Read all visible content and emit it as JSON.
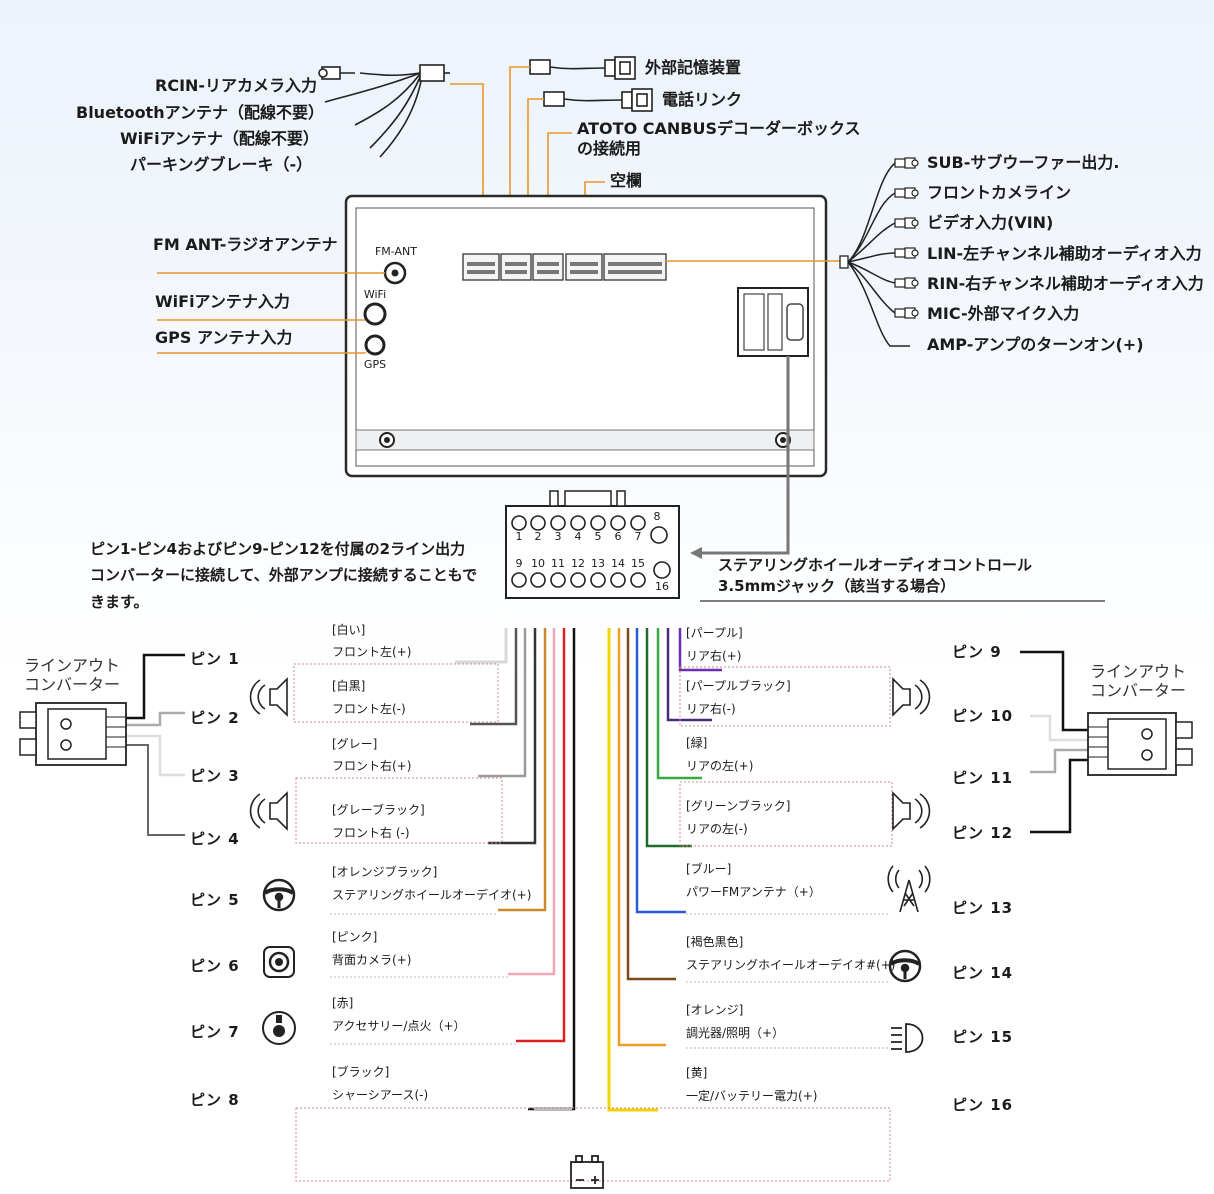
{
  "top_labels": {
    "rcin": "RCIN-リアカメラ入力",
    "bluetooth": "Bluetoothアンテナ（配線不要）",
    "wifi_antenna": "WiFiアンテナ（配線不要）",
    "parking_brake": "パーキングブレーキ（-）",
    "external_storage": "外部記憶装置",
    "phone_link": "電話リンク",
    "canbus_line1": "ATOTO CANBUSデコーダーボックス",
    "canbus_line2": "の接続用",
    "empty_slot": "空欄",
    "fm_ant": "FM ANT-ラジオアンテナ",
    "wifi_input": "WiFiアンテナ入力",
    "gps_input": "GPS アンテナ入力"
  },
  "unit_labels": {
    "fm_ant": "FM-ANT",
    "wifi": "WiFi",
    "gps": "GPS"
  },
  "right_labels": {
    "sub": "SUB-サブウーファー出力.",
    "front_camera": "フロントカメライン",
    "video_in": "ビデオ入力(VIN)",
    "lin": "LIN-左チャンネル補助オーディオ入力",
    "rin": "RIN-右チャンネル補助オーディオ入力",
    "mic": "MIC-外部マイク入力",
    "amp": "AMP-アンプのターンオン(+)"
  },
  "connector_pins": {
    "top": [
      "1",
      "2",
      "3",
      "4",
      "5",
      "6",
      "7"
    ],
    "top_end": "8",
    "bottom": [
      "9",
      "10",
      "11",
      "12",
      "13",
      "14",
      "15"
    ],
    "bottom_end": "16"
  },
  "steering_note": {
    "line1": "ステアリングホイールオーディオコントロール",
    "line2": "3.5mmジャック（該当する場合）"
  },
  "note": "ピン1-ピン4およびピン9-ピン12を付属の2ライン出力コンバーターに接続して、外部アンプに接続することもできます。",
  "converter_label_left": [
    "ラインアウト",
    "コンバーター"
  ],
  "converter_label_right": [
    "ラインアウト",
    "コンバーター"
  ],
  "left_pins": [
    "ピン 1",
    "ピン 2",
    "ピン 3",
    "ピン 4",
    "ピン 5",
    "ピン 6",
    "ピン 7",
    "ピン 8"
  ],
  "right_pins": [
    "ピン 9",
    "ピン 10",
    "ピン 11",
    "ピン 12",
    "ピン 13",
    "ピン 14",
    "ピン 15",
    "ピン 16"
  ],
  "left_wires": [
    {
      "color": "[白い]",
      "func": "フロント左(+)",
      "wire": "#d8d8d8"
    },
    {
      "color": "[白黒]",
      "func": "フロント左(-)",
      "wire": "#555555"
    },
    {
      "color": "[グレー]",
      "func": "フロント右(+)",
      "wire": "#9a9a9a"
    },
    {
      "color": "[グレーブラック]",
      "func": "フロント右 (-)",
      "wire": "#333333"
    },
    {
      "color": "[オレンジブラック]",
      "func": "ステアリングホイールオーデイオ(+)",
      "wire": "#c98a2e"
    },
    {
      "color": "[ピンク]",
      "func": "背面カメラ(+)",
      "wire": "#f0a8b8"
    },
    {
      "color": "[赤]",
      "func": "アクセサリー/点火（+）",
      "wire": "#e02020"
    },
    {
      "color": "[ブラック]",
      "func": "シャーシアース(-)",
      "wire": "#111111"
    }
  ],
  "right_wires": [
    {
      "color": "[パープル]",
      "func": "リア右(+)",
      "wire": "#6a2fb0"
    },
    {
      "color": "[パープルブラック]",
      "func": "リア右(-)",
      "wire": "#4b2a7a"
    },
    {
      "color": "[緑]",
      "func": "リアの左(+)",
      "wire": "#3aa845"
    },
    {
      "color": "[グリーンブラック]",
      "func": "リアの左(-)",
      "wire": "#1f6b2a"
    },
    {
      "color": "[ブルー]",
      "func": "パワーFMアンテナ（+）",
      "wire": "#2a5bd0"
    },
    {
      "color": "[褐色黒色]",
      "func": "ステアリングホイールオーデイオ#(+)",
      "wire": "#7a4a1a"
    },
    {
      "color": "[オレンジ]",
      "func": "調光器/照明（+）",
      "wire": "#f0a020"
    },
    {
      "color": "[黄]",
      "func": "一定/バッテリー電力(+)",
      "wire": "#f2d200"
    }
  ],
  "accent": "#e8962a",
  "icons": {
    "speaker": "speaker-icon",
    "steering": "steering-wheel-icon",
    "camera": "camera-icon",
    "ignition": "ignition-icon",
    "antenna": "antenna-icon",
    "headlight": "headlight-icon",
    "battery": "battery-icon"
  }
}
